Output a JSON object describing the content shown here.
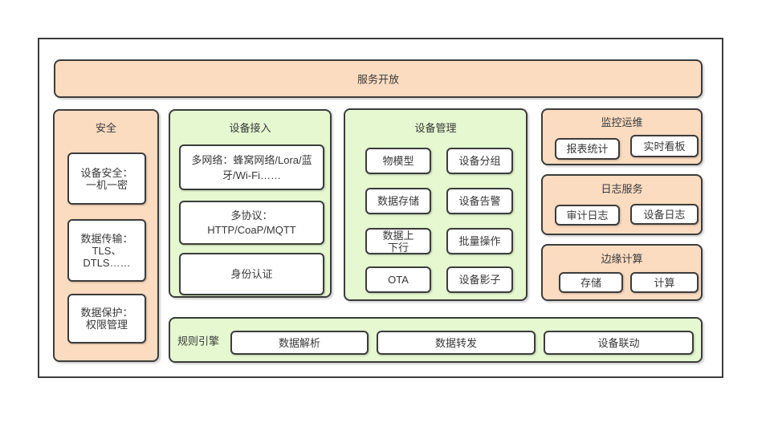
{
  "colors": {
    "peach_fill": "#fbdcc0",
    "green_fill": "#e5f8d0",
    "border": "#3c3c3c",
    "text": "#38383a",
    "white_box": "#ffffff"
  },
  "top_bar": {
    "label": "服务开放"
  },
  "security": {
    "title": "安全",
    "items": [
      {
        "label": "设备安全：\n一机一密"
      },
      {
        "label": "数据传输：\nTLS、\nDTLS……"
      },
      {
        "label": "数据保护：\n权限管理"
      }
    ]
  },
  "device_access": {
    "title": "设备接入",
    "items": [
      {
        "label": "多网络：蜂窝网络/Lora/蓝\n牙/Wi-Fi……"
      },
      {
        "label": "多协议：\nHTTP/CoaP/MQTT"
      },
      {
        "label": "身份认证"
      }
    ]
  },
  "device_management": {
    "title": "设备管理",
    "items": [
      {
        "label": "物模型"
      },
      {
        "label": "设备分组"
      },
      {
        "label": "数据存储"
      },
      {
        "label": "设备告警"
      },
      {
        "label": "数据上\n下行"
      },
      {
        "label": "批量操作"
      },
      {
        "label": "OTA"
      },
      {
        "label": "设备影子"
      }
    ]
  },
  "monitoring_ops": {
    "title": "监控运维",
    "items": [
      {
        "label": "报表统计"
      },
      {
        "label": "实时看板"
      }
    ]
  },
  "log_service": {
    "title": "日志服务",
    "items": [
      {
        "label": "审计日志"
      },
      {
        "label": "设备日志"
      }
    ]
  },
  "edge_computing": {
    "title": "边缘计算",
    "items": [
      {
        "label": "存储"
      },
      {
        "label": "计算"
      }
    ]
  },
  "rule_engine": {
    "title": "规则引擎",
    "items": [
      {
        "label": "数据解析"
      },
      {
        "label": "数据转发"
      },
      {
        "label": "设备联动"
      }
    ]
  }
}
